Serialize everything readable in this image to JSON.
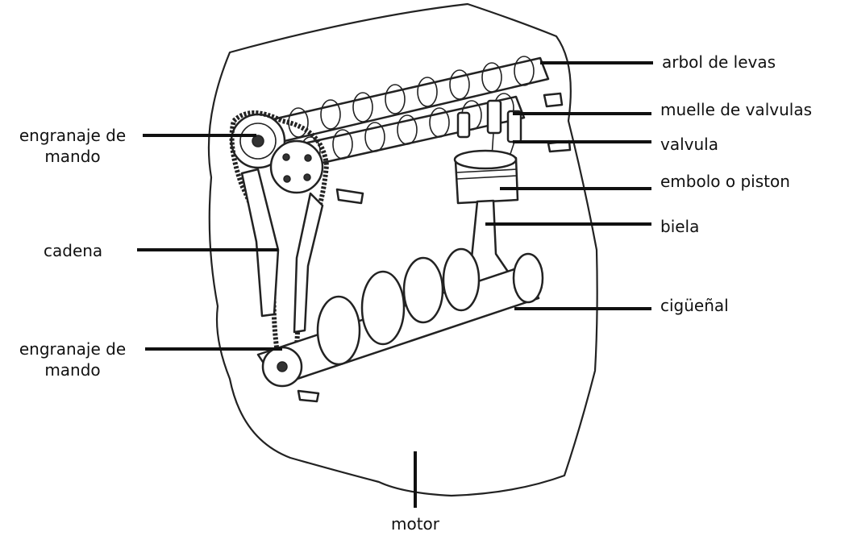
{
  "labels": {
    "arbol_de_levas": "arbol de levas",
    "muelle_de_valvulas": "muelle de valvulas",
    "valvula": "valvula",
    "embolo_o_piston": "embolo o piston",
    "biela": "biela",
    "ciguenal": "cigüeñal",
    "engranaje_de_mando_top": "engranaje de mando",
    "cadena": "cadena",
    "engranaje_de_mando_bottom": "engranaje de mando",
    "motor": "motor"
  },
  "colors": {
    "line": "#111111",
    "background": "#ffffff"
  }
}
